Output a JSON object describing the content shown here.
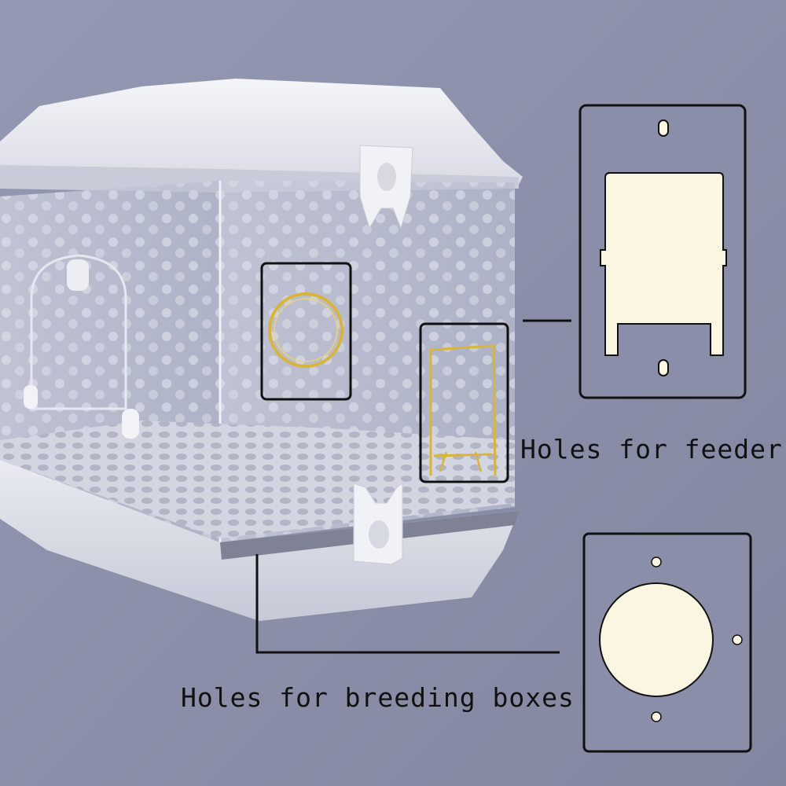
{
  "captions": {
    "feeder": "Holes for feeder",
    "breeding": "Holes for breeding boxes"
  },
  "colors": {
    "background": "#8a8ea8",
    "panel_fill": "#fbf6e2",
    "frame_stroke": "#111111",
    "feeder_gold": "#d8b53a"
  },
  "icons": [
    "feeder-hole-panel-icon",
    "breeding-box-hole-panel-icon",
    "bird-cage-image"
  ]
}
